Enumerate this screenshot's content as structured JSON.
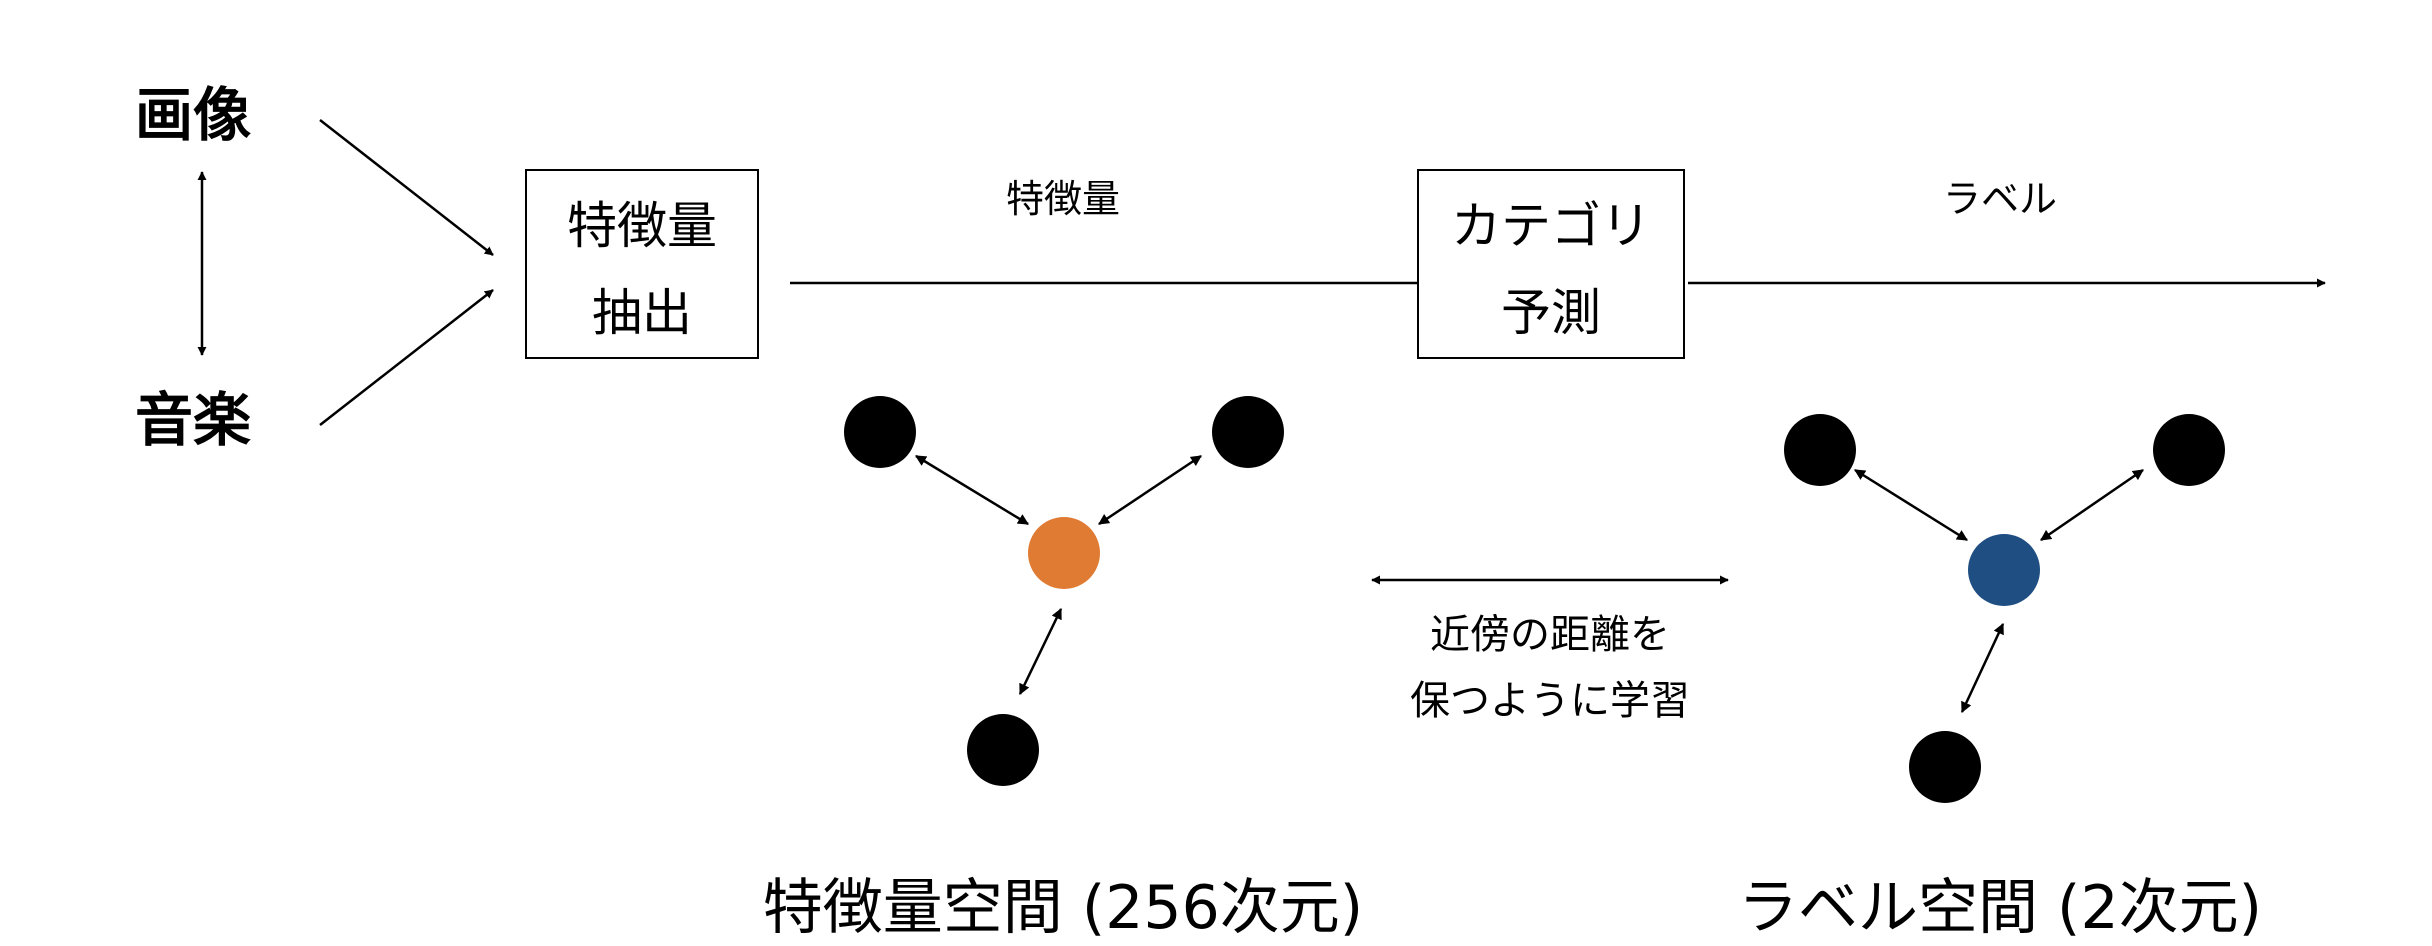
{
  "inputs": {
    "image_label": "画像",
    "music_label": "音楽"
  },
  "feature_extraction": {
    "line1": "特徴量",
    "line2": "抽出"
  },
  "category_prediction": {
    "line1": "カテゴリ",
    "line2": "予測"
  },
  "flow_labels": {
    "features": "特徴量",
    "label": "ラベル"
  },
  "training_note": {
    "line1": "近傍の距離を",
    "line2": "保つように学習"
  },
  "spaces": {
    "feature_space": "特徴量空間 (256次元)",
    "label_space": "ラベル空間 (2次元)"
  },
  "colors": {
    "feature_center_node": "#E07B33",
    "label_center_node": "#1F4E82",
    "neighbor_node": "#000000"
  }
}
